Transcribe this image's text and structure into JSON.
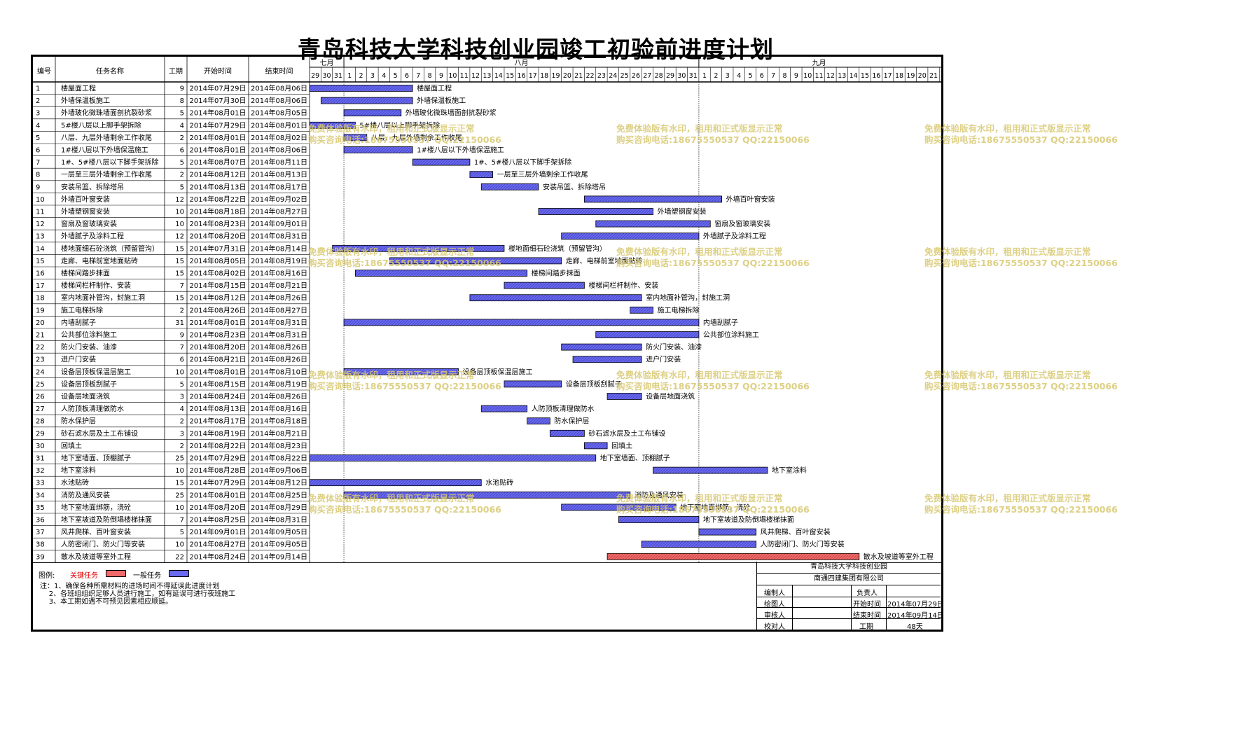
{
  "title": "青岛科技大学科技创业园竣工初验前进度计划",
  "columns": {
    "id": "编号",
    "name": "任务名称",
    "duration": "工期",
    "start": "开始时间",
    "end": "结束时间"
  },
  "months": [
    "七月",
    "八月",
    "九月"
  ],
  "colors": {
    "normal": "#6a6af0",
    "critical": "#f06a6a",
    "critical_text": "#e00000",
    "watermark": "#d8c870",
    "grid": "#000000"
  },
  "chart_data": {
    "type": "gantt",
    "timeline": {
      "start": "2014-07-29",
      "end": "2014-09-21"
    },
    "tasks": [
      {
        "id": "1",
        "name": "楼屋面工程",
        "duration": "9",
        "start": "2014年07月29日",
        "end": "2014年08月06日",
        "s": "2014-07-29",
        "e": "2014-08-06",
        "critical": false
      },
      {
        "id": "2",
        "name": "外墙保温板施工",
        "duration": "8",
        "start": "2014年07月30日",
        "end": "2014年08月06日",
        "s": "2014-07-30",
        "e": "2014-08-06",
        "critical": false
      },
      {
        "id": "3",
        "name": "外墙玻化微珠墙面剖抗裂砂浆",
        "duration": "5",
        "start": "2014年08月01日",
        "end": "2014年08月05日",
        "s": "2014-08-01",
        "e": "2014-08-05",
        "critical": false
      },
      {
        "id": "4",
        "name": "5#楼八层以上脚手架拆除",
        "duration": "4",
        "start": "2014年07月29日",
        "end": "2014年08月01日",
        "s": "2014-07-29",
        "e": "2014-08-01",
        "critical": false
      },
      {
        "id": "5",
        "name": "八层、九层外墙剩余工作收尾",
        "duration": "2",
        "start": "2014年08月01日",
        "end": "2014年08月02日",
        "s": "2014-08-01",
        "e": "2014-08-02",
        "critical": false
      },
      {
        "id": "6",
        "name": "1#楼八层以下外墙保温施工",
        "duration": "6",
        "start": "2014年08月01日",
        "end": "2014年08月06日",
        "s": "2014-08-01",
        "e": "2014-08-06",
        "critical": false
      },
      {
        "id": "7",
        "name": "1#、5#楼八层以下脚手架拆除",
        "duration": "5",
        "start": "2014年08月07日",
        "end": "2014年08月11日",
        "s": "2014-08-07",
        "e": "2014-08-11",
        "critical": false
      },
      {
        "id": "8",
        "name": "一层至三层外墙剩余工作收尾",
        "duration": "2",
        "start": "2014年08月12日",
        "end": "2014年08月13日",
        "s": "2014-08-12",
        "e": "2014-08-13",
        "critical": false
      },
      {
        "id": "9",
        "name": "安装吊篮、拆除塔吊",
        "duration": "5",
        "start": "2014年08月13日",
        "end": "2014年08月17日",
        "s": "2014-08-13",
        "e": "2014-08-17",
        "critical": false
      },
      {
        "id": "10",
        "name": "外墙百叶窗安装",
        "duration": "12",
        "start": "2014年08月22日",
        "end": "2014年09月02日",
        "s": "2014-08-22",
        "e": "2014-09-02",
        "critical": false
      },
      {
        "id": "11",
        "name": "外墙塑钢窗安装",
        "duration": "10",
        "start": "2014年08月18日",
        "end": "2014年08月27日",
        "s": "2014-08-18",
        "e": "2014-08-27",
        "critical": false
      },
      {
        "id": "12",
        "name": "窗扇及窗玻璃安装",
        "duration": "10",
        "start": "2014年08月23日",
        "end": "2014年09月01日",
        "s": "2014-08-23",
        "e": "2014-09-01",
        "critical": false
      },
      {
        "id": "13",
        "name": "外墙腻子及涂料工程",
        "duration": "12",
        "start": "2014年08月20日",
        "end": "2014年08月31日",
        "s": "2014-08-20",
        "e": "2014-08-31",
        "critical": false
      },
      {
        "id": "14",
        "name": "楼地面细石砼浇筑（预留管沟）",
        "duration": "15",
        "start": "2014年07月31日",
        "end": "2014年08月14日",
        "s": "2014-07-31",
        "e": "2014-08-14",
        "critical": false
      },
      {
        "id": "15",
        "name": "走廊、电梯前室地面贴砖",
        "duration": "15",
        "start": "2014年08月05日",
        "end": "2014年08月19日",
        "s": "2014-08-05",
        "e": "2014-08-19",
        "critical": false
      },
      {
        "id": "16",
        "name": "楼梯间踏步抹面",
        "duration": "15",
        "start": "2014年08月02日",
        "end": "2014年08月16日",
        "s": "2014-08-02",
        "e": "2014-08-16",
        "critical": false
      },
      {
        "id": "17",
        "name": "楼梯间栏杆制作、安装",
        "duration": "7",
        "start": "2014年08月15日",
        "end": "2014年08月21日",
        "s": "2014-08-15",
        "e": "2014-08-21",
        "critical": false
      },
      {
        "id": "18",
        "name": "室内地面补管沟，封施工洞",
        "duration": "15",
        "start": "2014年08月12日",
        "end": "2014年08月26日",
        "s": "2014-08-12",
        "e": "2014-08-26",
        "critical": false
      },
      {
        "id": "19",
        "name": "施工电梯拆除",
        "duration": "2",
        "start": "2014年08月26日",
        "end": "2014年08月27日",
        "s": "2014-08-26",
        "e": "2014-08-27",
        "critical": false
      },
      {
        "id": "20",
        "name": "内墙刮腻子",
        "duration": "31",
        "start": "2014年08月01日",
        "end": "2014年08月31日",
        "s": "2014-08-01",
        "e": "2014-08-31",
        "critical": false
      },
      {
        "id": "21",
        "name": "公共部位涂料施工",
        "duration": "9",
        "start": "2014年08月23日",
        "end": "2014年08月31日",
        "s": "2014-08-23",
        "e": "2014-08-31",
        "critical": false
      },
      {
        "id": "22",
        "name": "防火门安装、油漆",
        "duration": "7",
        "start": "2014年08月20日",
        "end": "2014年08月26日",
        "s": "2014-08-20",
        "e": "2014-08-26",
        "critical": false
      },
      {
        "id": "23",
        "name": "进户门安装",
        "duration": "6",
        "start": "2014年08月21日",
        "end": "2014年08月26日",
        "s": "2014-08-21",
        "e": "2014-08-26",
        "critical": false
      },
      {
        "id": "24",
        "name": "设备层顶板保温层施工",
        "duration": "10",
        "start": "2014年08月01日",
        "end": "2014年08月10日",
        "s": "2014-08-01",
        "e": "2014-08-10",
        "critical": false
      },
      {
        "id": "25",
        "name": "设备层顶板刮腻子",
        "duration": "5",
        "start": "2014年08月15日",
        "end": "2014年08月19日",
        "s": "2014-08-15",
        "e": "2014-08-19",
        "critical": false
      },
      {
        "id": "26",
        "name": "设备层地面浇筑",
        "duration": "3",
        "start": "2014年08月24日",
        "end": "2014年08月26日",
        "s": "2014-08-24",
        "e": "2014-08-26",
        "critical": false
      },
      {
        "id": "27",
        "name": "人防顶板清理做防水",
        "duration": "4",
        "start": "2014年08月13日",
        "end": "2014年08月16日",
        "s": "2014-08-13",
        "e": "2014-08-16",
        "critical": false
      },
      {
        "id": "28",
        "name": "防水保护层",
        "duration": "2",
        "start": "2014年08月17日",
        "end": "2014年08月18日",
        "s": "2014-08-17",
        "e": "2014-08-18",
        "critical": false
      },
      {
        "id": "29",
        "name": "砂石滤水层及土工布铺设",
        "duration": "3",
        "start": "2014年08月19日",
        "end": "2014年08月21日",
        "s": "2014-08-19",
        "e": "2014-08-21",
        "critical": false
      },
      {
        "id": "30",
        "name": "回填土",
        "duration": "2",
        "start": "2014年08月22日",
        "end": "2014年08月23日",
        "s": "2014-08-22",
        "e": "2014-08-23",
        "critical": false
      },
      {
        "id": "31",
        "name": "地下室墙面、顶棚腻子",
        "duration": "25",
        "start": "2014年07月29日",
        "end": "2014年08月22日",
        "s": "2014-07-29",
        "e": "2014-08-22",
        "critical": false
      },
      {
        "id": "32",
        "name": "地下室涂料",
        "duration": "10",
        "start": "2014年08月28日",
        "end": "2014年09月06日",
        "s": "2014-08-28",
        "e": "2014-09-06",
        "critical": false
      },
      {
        "id": "33",
        "name": "水池贴砖",
        "duration": "15",
        "start": "2014年07月29日",
        "end": "2014年08月12日",
        "s": "2014-07-29",
        "e": "2014-08-12",
        "critical": false
      },
      {
        "id": "34",
        "name": "消防及通风安装",
        "duration": "25",
        "start": "2014年08月01日",
        "end": "2014年08月25日",
        "s": "2014-08-01",
        "e": "2014-08-25",
        "critical": false
      },
      {
        "id": "35",
        "name": "地下室地面绑筋，浇砼",
        "duration": "10",
        "start": "2014年08月20日",
        "end": "2014年08月29日",
        "s": "2014-08-20",
        "e": "2014-08-29",
        "critical": false
      },
      {
        "id": "36",
        "name": "地下室坡道及防倒塌楼梯抹面",
        "duration": "7",
        "start": "2014年08月25日",
        "end": "2014年08月31日",
        "s": "2014-08-25",
        "e": "2014-08-31",
        "critical": false
      },
      {
        "id": "37",
        "name": "风井爬梯、百叶窗安装",
        "duration": "5",
        "start": "2014年09月01日",
        "end": "2014年09月05日",
        "s": "2014-09-01",
        "e": "2014-09-05",
        "critical": false
      },
      {
        "id": "38",
        "name": "人防密闭门、防火门等安装",
        "duration": "10",
        "start": "2014年08月27日",
        "end": "2014年09月05日",
        "s": "2014-08-27",
        "e": "2014-09-05",
        "critical": false
      },
      {
        "id": "39",
        "name": "散水及坡道等室外工程",
        "duration": "22",
        "start": "2014年08月24日",
        "end": "2014年09月14日",
        "s": "2014-08-24",
        "e": "2014-09-14",
        "critical": true
      }
    ]
  },
  "legend": {
    "label": "图例:",
    "critical": "关键任务",
    "normal": "一般任务"
  },
  "notes": "注：1、确保各种所需材料的进场时间不得延误此进度计划\n    2、各班组组织足够人员进行施工，如有延误可进行夜班施工\n    3、本工期如遇不可预见因素相应顺延。",
  "info_box": {
    "org1": "青岛科技大学科技创业园",
    "org2": "南通四建集团有限公司",
    "editor_label": "编制人",
    "drawer_label": "绘图人",
    "reviewer_label": "审核人",
    "checker_label": "校对人",
    "owner_label": "负责人",
    "start_label": "开始时间",
    "start_value": "2014年07月29日",
    "end_label": "结束时间",
    "end_value": "2014年09月14日",
    "duration_label": "工期",
    "duration_value": "48天"
  },
  "watermark": {
    "line1": "免费体验版有水印，租用和正式版显示正常",
    "line2": "购买咨询电话:18675550537 QQ:22150066"
  }
}
